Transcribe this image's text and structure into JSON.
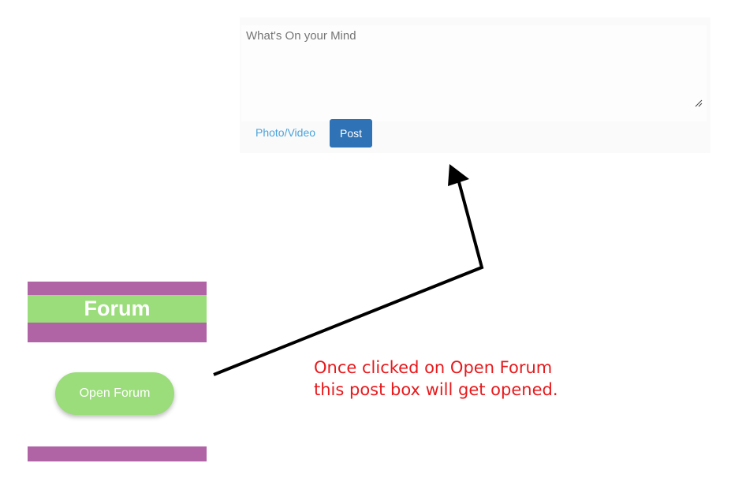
{
  "post_box": {
    "placeholder": "What's On your Mind",
    "photo_video_label": "Photo/Video",
    "post_label": "Post"
  },
  "forum": {
    "title": "Forum",
    "open_button_label": "Open Forum"
  },
  "annotation": {
    "line1": "Once clicked on Open Forum",
    "line2": "this post box will get opened."
  },
  "colors": {
    "post_button": "#2f72b5",
    "link": "#4ba3d9",
    "forum_green": "#9bdc7b",
    "forum_purple": "#b064a6",
    "annotation_red": "#e8191c"
  },
  "icons": {
    "resize_handle": "resize-handle-icon",
    "arrow": "annotation-arrow-icon"
  }
}
